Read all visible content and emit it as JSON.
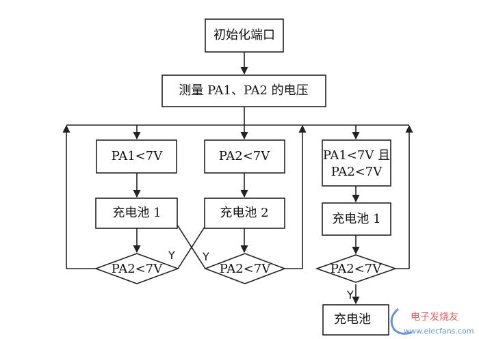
{
  "nodes": {
    "init": "初始化端口",
    "measure": "测量 PA1、PA2 的电压",
    "cond1": "PA1<7V",
    "cond2": "PA2<7V",
    "cond3_line1": "PA1<7V 且",
    "cond3_line2": "PA2<7V",
    "charge1": "充电池 1",
    "charge2": "充电池 2",
    "charge3": "充电池 1",
    "charge4": "充电池",
    "decision1": "PA2<7V",
    "decision2": "PA2<7V",
    "decision3": "PA2<7V"
  },
  "labels": {
    "y1": "Y",
    "y2": "Y",
    "y3": "Y"
  },
  "watermark": {
    "line1": "电子发烧友",
    "line2": "www.elecfans.com"
  },
  "colors": {
    "stroke": "#222222",
    "wm_red": "#d9302c",
    "wm_blue": "#2f6fd0"
  }
}
